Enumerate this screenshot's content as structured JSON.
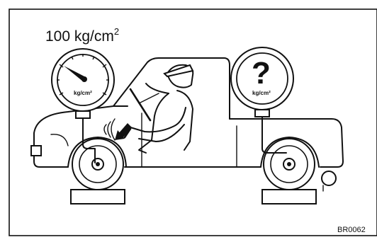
{
  "figure": {
    "pressure_label": "100 kg/cm",
    "pressure_exponent": "2",
    "left_gauge_unit": "kg/cm²",
    "right_gauge_unit": "kg/cm²",
    "right_gauge_symbol": "?",
    "figure_code": "BR0062"
  }
}
